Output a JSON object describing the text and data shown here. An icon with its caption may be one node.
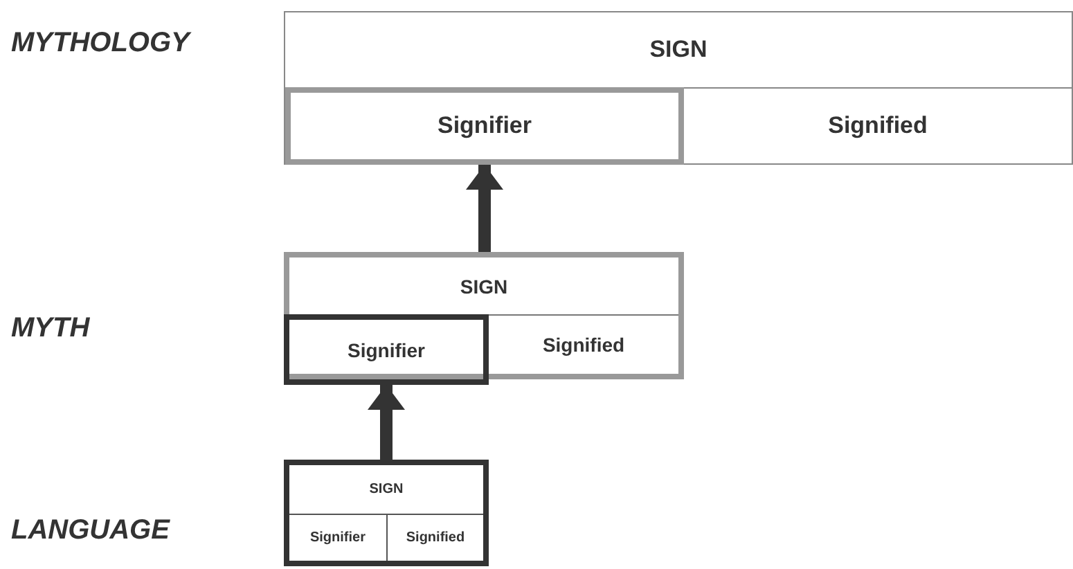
{
  "diagram": {
    "nodes": [
      {
        "text": [],
        "shape": "box"
      },
      {
        "text": [
          "SIGN"
        ],
        "in": 0
      },
      {
        "text": [
          "Signifier"
        ],
        "in": 0
      },
      {
        "text": [
          "Signified"
        ],
        "in": 0
      },
      {
        "text": [],
        "shape": "box"
      },
      {
        "text": [
          "SIGN"
        ],
        "in": 4
      },
      {
        "text": [
          "Signifier"
        ],
        "in": 4
      },
      {
        "text": [
          "Signified"
        ],
        "in": 4
      },
      {
        "text": [],
        "shape": "box"
      },
      {
        "text": [
          "SIGN"
        ],
        "in": 8
      },
      {
        "text": [
          "Signifier"
        ],
        "in": 8
      },
      {
        "text": [
          "Signified"
        ],
        "in": 8
      }
    ],
    "edges": [
      {
        "from": 8,
        "to": 6,
        "arrow": "to"
      },
      {
        "from": 4,
        "to": 2,
        "arrow": "to"
      }
    ],
    "labels": [
      "MYTHOLOGY",
      "MYTH",
      "LANGUAGE"
    ]
  }
}
